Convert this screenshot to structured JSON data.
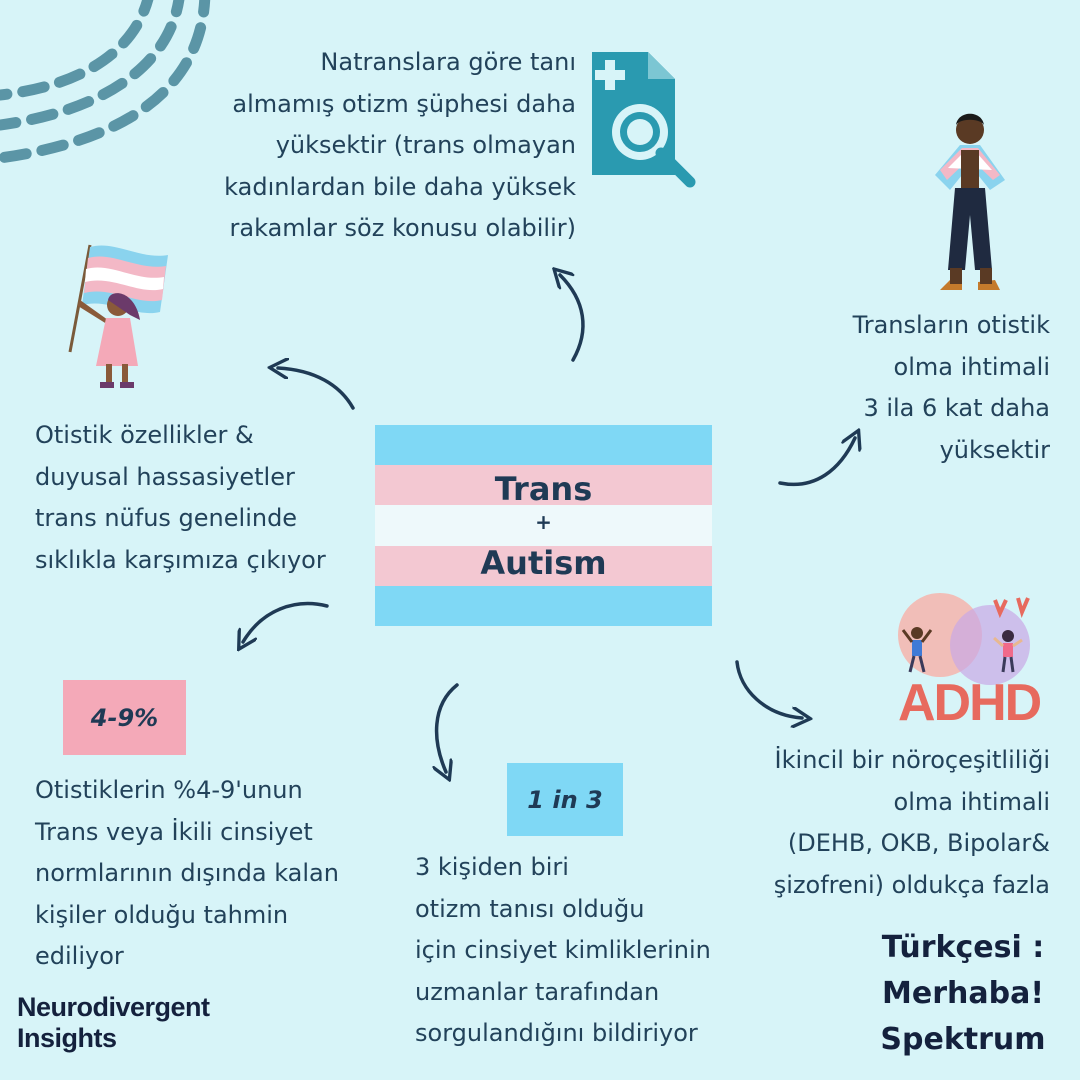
{
  "center": {
    "line1": "Trans",
    "plus": "+",
    "line2": "Autism",
    "flag_colors": [
      "#7fd8f5",
      "#f3c8d2",
      "#eef9fb",
      "#f3c8d2",
      "#7fd8f5"
    ]
  },
  "top_note": {
    "lines": [
      "Natranslara göre tanı",
      "almamış otizm şüphesi daha",
      "yüksektir (trans olmayan",
      "kadınlardan bile daha yüksek",
      "rakamlar söz konusu olabilir)"
    ]
  },
  "right_note": {
    "lines": [
      "Transların otistik",
      "olma ihtimali",
      "3 ila 6 kat daha",
      "yüksektir"
    ]
  },
  "left_note": {
    "lines": [
      "Otistik özellikler &",
      "duyusal hassasiyetler",
      "trans nüfus genelinde",
      "sıklıkla karşımıza çıkıyor"
    ]
  },
  "stat_left": {
    "badge": "4-9%",
    "lines": [
      "Otistiklerin %4-9'unun",
      "Trans veya İkili cinsiyet",
      "normlarının dışında kalan",
      "kişiler olduğu tahmin",
      "ediliyor"
    ]
  },
  "stat_middle": {
    "badge": "1 in 3",
    "lines": [
      "3 kişiden biri",
      "otizm tanısı olduğu",
      "için cinsiyet kimliklerinin",
      "uzmanlar tarafından",
      "sorgulandığını bildiriyor"
    ]
  },
  "adhd_note": {
    "logo": "ADHD",
    "lines": [
      "İkincil bir nöroçeşitliliği",
      "olma ihtimali",
      "(DEHB, OKB, Bipolar&",
      "şizofreni) oldukça fazla"
    ]
  },
  "brand": {
    "line1": "Neurodivergent",
    "line2": "Insights"
  },
  "credit": {
    "lines": [
      "Türkçesi :",
      "Merhaba!",
      "Spektrum"
    ]
  },
  "icons": [
    "dashed-arcs-decoration",
    "medical-document-search-icon",
    "person-with-trans-flag-icon",
    "girl-waving-trans-flag-icon",
    "adhd-children-illustration"
  ],
  "colors": {
    "background": "#d7f4f8",
    "text": "#22425a",
    "badge_pink": "#f4a9b8",
    "badge_blue": "#7fd8f5",
    "icon_teal": "#2a9ab0",
    "adhd_red": "#e76a5e"
  }
}
